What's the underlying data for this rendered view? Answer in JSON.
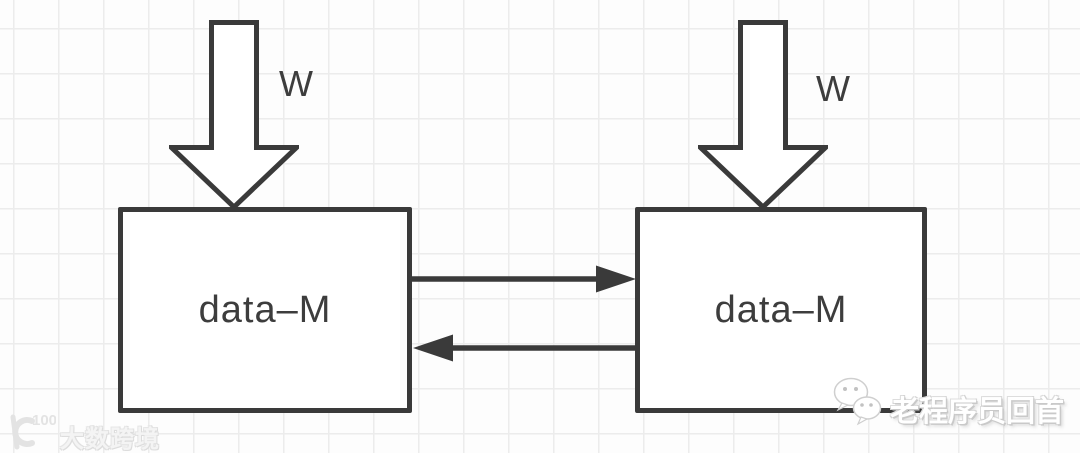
{
  "diagram": {
    "type": "flow-diagram",
    "background": "grid-paper",
    "nodes": [
      {
        "id": "left",
        "label": "data–M"
      },
      {
        "id": "right",
        "label": "data–M"
      }
    ],
    "input_arrows": [
      {
        "target": "left",
        "label": "W",
        "direction": "down"
      },
      {
        "target": "right",
        "label": "W",
        "direction": "down"
      }
    ],
    "edges": [
      {
        "from": "left",
        "to": "right",
        "direction": "right"
      },
      {
        "from": "right",
        "to": "left",
        "direction": "left"
      }
    ],
    "colors": {
      "stroke": "#3a3a3a",
      "text": "#3d3d3d",
      "node_fill": "#ffffff",
      "grid_line": "#ececec",
      "background": "#fdfdfd",
      "watermark": "#e0e0e0"
    }
  },
  "watermarks": {
    "bottom_left": {
      "icon": "crescent-100-logo-icon",
      "text": "大数跨境"
    },
    "bottom_right": {
      "icon": "wechat-icon",
      "text": "老程序员回首"
    }
  }
}
